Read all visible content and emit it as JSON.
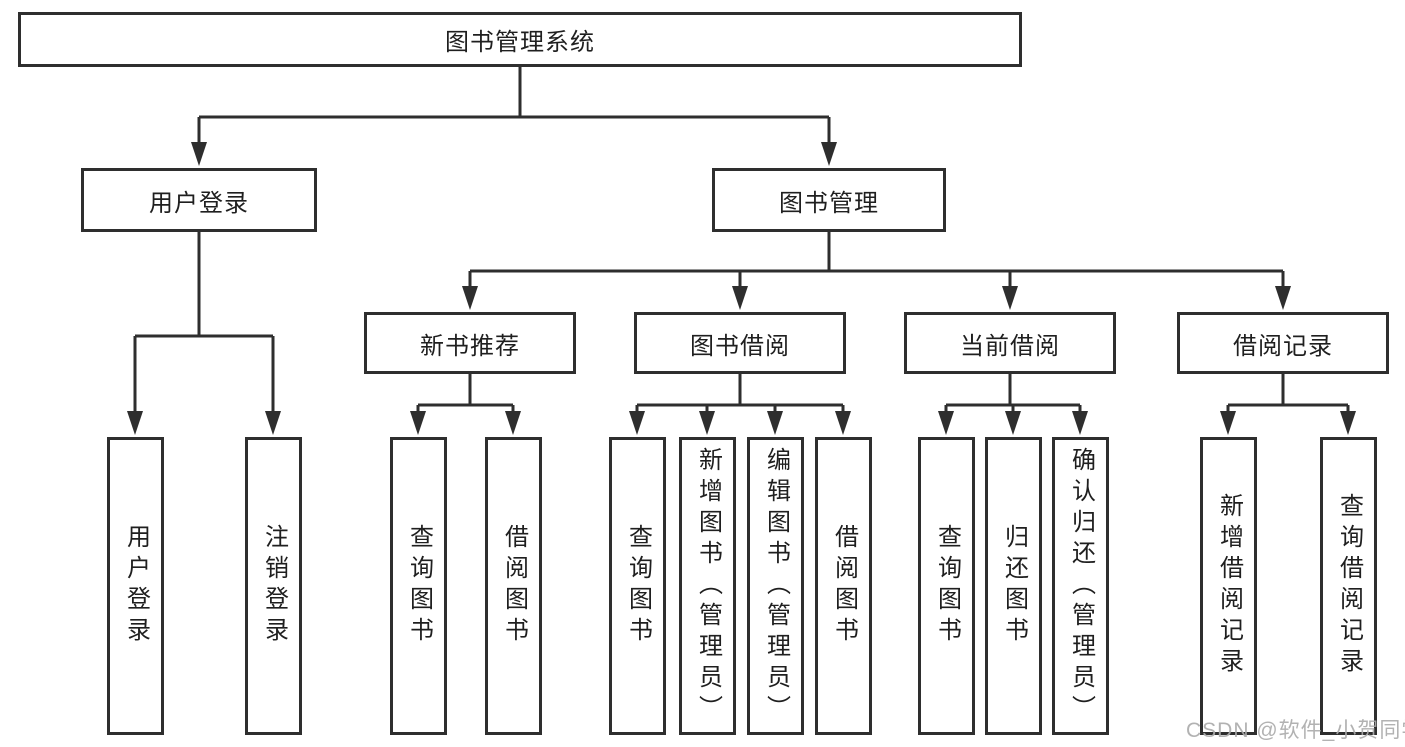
{
  "tree": {
    "label": "图书管理系统",
    "children": [
      {
        "label": "用户登录",
        "children": [
          {
            "label": "用户登录"
          },
          {
            "label": "注销登录"
          }
        ]
      },
      {
        "label": "图书管理",
        "children": [
          {
            "label": "新书推荐",
            "children": [
              {
                "label": "查询图书"
              },
              {
                "label": "借阅图书"
              }
            ]
          },
          {
            "label": "图书借阅",
            "children": [
              {
                "label": "查询图书"
              },
              {
                "label": "新增图书（管理员）"
              },
              {
                "label": "编辑图书（管理员）"
              },
              {
                "label": "借阅图书"
              }
            ]
          },
          {
            "label": "当前借阅",
            "children": [
              {
                "label": "查询图书"
              },
              {
                "label": "归还图书"
              },
              {
                "label": "确认归还（管理员）"
              }
            ]
          },
          {
            "label": "借阅记录",
            "children": [
              {
                "label": "新增借阅记录"
              },
              {
                "label": "查询借阅记录"
              }
            ]
          }
        ]
      }
    ]
  },
  "watermark": {
    "text": "CSDN @软件_小贺同学"
  },
  "colors": {
    "line": "#2e2e2e",
    "box_border": "#2e2e2e",
    "background": "#ffffff",
    "text": "#1f1f1f",
    "watermark": "#ababab"
  }
}
